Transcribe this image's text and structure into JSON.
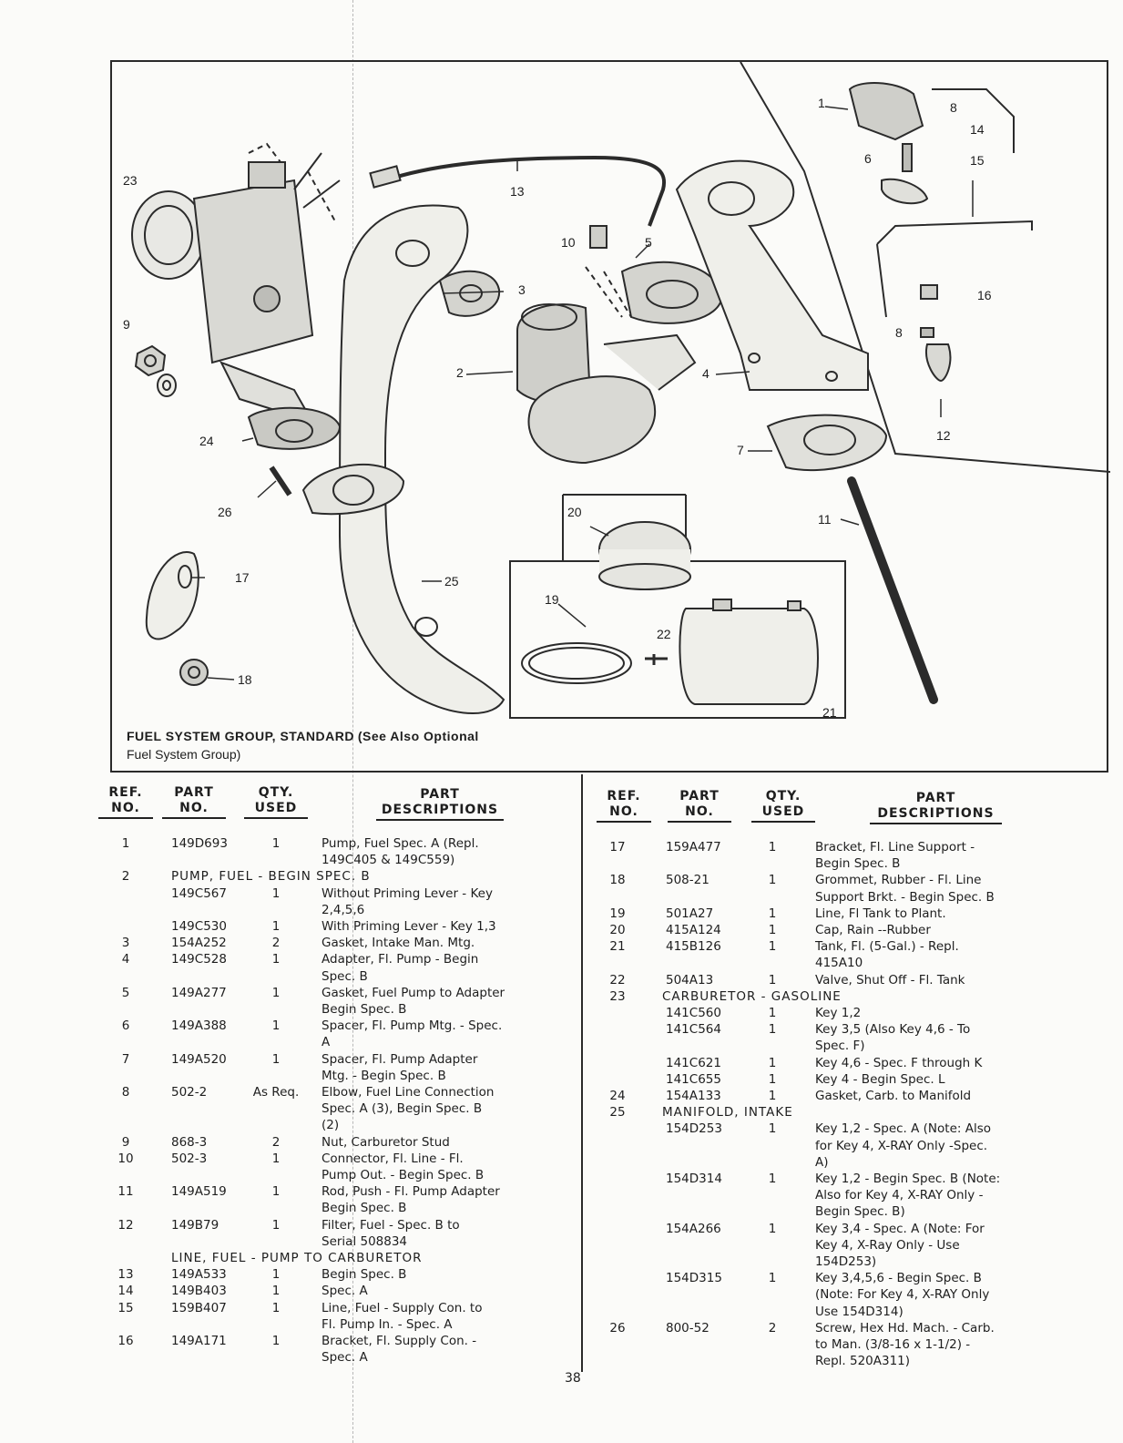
{
  "figure": {
    "callouts": [
      "1",
      "8",
      "14",
      "15",
      "6",
      "16",
      "8",
      "12",
      "13",
      "10",
      "5",
      "3",
      "23",
      "9",
      "2",
      "4",
      "7",
      "24",
      "26",
      "11",
      "20",
      "19",
      "22",
      "21",
      "17",
      "25",
      "18"
    ],
    "caption_bold": "FUEL SYSTEM GROUP, STANDARD",
    "caption_rest": "(See Also Optional",
    "caption_line2": "Fuel System Group)"
  },
  "table_headers": {
    "ref": [
      "REF.",
      "NO."
    ],
    "part": [
      "PART",
      "NO."
    ],
    "qty": [
      "QTY.",
      "USED"
    ],
    "desc": [
      "PART",
      "DESCRIPTIONS"
    ]
  },
  "left_rows": [
    {
      "ref": "1",
      "part": "149D693",
      "qty": "1",
      "desc": [
        "Pump, Fuel Spec. A (Repl.",
        "149C405 & 149C559)"
      ]
    },
    {
      "ref": "2",
      "heading": "PUMP, FUEL - BEGIN SPEC. B"
    },
    {
      "ref": "",
      "part": "149C567",
      "qty": "1",
      "desc": [
        "Without Priming Lever - Key",
        "2,4,5,6"
      ]
    },
    {
      "ref": "",
      "part": "149C530",
      "qty": "1",
      "desc": [
        "With Priming Lever - Key 1,3"
      ]
    },
    {
      "ref": "3",
      "part": "154A252",
      "qty": "2",
      "desc": [
        "Gasket, Intake Man. Mtg."
      ]
    },
    {
      "ref": "4",
      "part": "149C528",
      "qty": "1",
      "desc": [
        "Adapter, Fl. Pump - Begin",
        "Spec. B"
      ]
    },
    {
      "ref": "5",
      "part": "149A277",
      "qty": "1",
      "desc": [
        "Gasket, Fuel Pump to Adapter",
        "Begin Spec. B"
      ]
    },
    {
      "ref": "6",
      "part": "149A388",
      "qty": "1",
      "desc": [
        "Spacer, Fl. Pump Mtg. - Spec.",
        "A"
      ]
    },
    {
      "ref": "7",
      "part": "149A520",
      "qty": "1",
      "desc": [
        "Spacer, Fl. Pump Adapter",
        "Mtg. - Begin Spec. B"
      ]
    },
    {
      "ref": "8",
      "part": "502-2",
      "qty": "As Req.",
      "desc": [
        "Elbow, Fuel Line Connection",
        "Spec. A (3), Begin Spec. B",
        "(2)"
      ]
    },
    {
      "ref": "9",
      "part": "868-3",
      "qty": "2",
      "desc": [
        "Nut, Carburetor Stud"
      ]
    },
    {
      "ref": "10",
      "part": "502-3",
      "qty": "1",
      "desc": [
        "Connector, Fl. Line - Fl.",
        "Pump Out. - Begin Spec. B"
      ]
    },
    {
      "ref": "11",
      "part": "149A519",
      "qty": "1",
      "desc": [
        "Rod, Push - Fl. Pump Adapter",
        "Begin Spec. B"
      ]
    },
    {
      "ref": "12",
      "part": "149B79",
      "qty": "1",
      "desc": [
        "Filter, Fuel - Spec. B to",
        "Serial 508834"
      ]
    },
    {
      "ref": "",
      "heading": "LINE, FUEL - PUMP TO CARBURETOR"
    },
    {
      "ref": "13",
      "part": "149A533",
      "qty": "1",
      "desc": [
        "Begin Spec. B"
      ]
    },
    {
      "ref": "14",
      "part": "149B403",
      "qty": "1",
      "desc": [
        "Spec. A"
      ]
    },
    {
      "ref": "15",
      "part": "159B407",
      "qty": "1",
      "desc": [
        "Line, Fuel - Supply Con. to",
        "Fl. Pump In. - Spec. A"
      ]
    },
    {
      "ref": "16",
      "part": "149A171",
      "qty": "1",
      "desc": [
        "Bracket, Fl. Supply Con. -",
        "Spec. A"
      ]
    }
  ],
  "right_rows": [
    {
      "ref": "17",
      "part": "159A477",
      "qty": "1",
      "desc": [
        "Bracket, Fl. Line Support -",
        "Begin Spec. B"
      ]
    },
    {
      "ref": "18",
      "part": "508-21",
      "qty": "1",
      "desc": [
        "Grommet, Rubber - Fl. Line",
        "Support Brkt. - Begin Spec. B"
      ]
    },
    {
      "ref": "19",
      "part": "501A27",
      "qty": "1",
      "desc": [
        "Line, Fl Tank to Plant."
      ]
    },
    {
      "ref": "20",
      "part": "415A124",
      "qty": "1",
      "desc": [
        "Cap, Rain --Rubber"
      ]
    },
    {
      "ref": "21",
      "part": "415B126",
      "qty": "1",
      "desc": [
        "Tank, Fl. (5-Gal.) - Repl.",
        "415A10"
      ]
    },
    {
      "ref": "22",
      "part": "504A13",
      "qty": "1",
      "desc": [
        "Valve, Shut Off - Fl. Tank"
      ]
    },
    {
      "ref": "23",
      "heading": "CARBURETOR - GASOLINE"
    },
    {
      "ref": "",
      "part": "141C560",
      "qty": "1",
      "desc": [
        "Key 1,2"
      ]
    },
    {
      "ref": "",
      "part": "141C564",
      "qty": "1",
      "desc": [
        "Key 3,5 (Also Key 4,6 - To",
        "Spec. F)"
      ]
    },
    {
      "ref": "",
      "part": "141C621",
      "qty": "1",
      "desc": [
        "Key 4,6 - Spec. F through K"
      ]
    },
    {
      "ref": "",
      "part": "141C655",
      "qty": "1",
      "desc": [
        "Key 4 - Begin Spec. L"
      ]
    },
    {
      "ref": "24",
      "part": "154A133",
      "qty": "1",
      "desc": [
        "Gasket, Carb. to Manifold"
      ]
    },
    {
      "ref": "25",
      "heading": "MANIFOLD, INTAKE"
    },
    {
      "ref": "",
      "part": "154D253",
      "qty": "1",
      "desc": [
        "Key 1,2 - Spec. A (Note: Also",
        "for Key 4, X-RAY Only -Spec.",
        "A)"
      ]
    },
    {
      "ref": "",
      "part": "154D314",
      "qty": "1",
      "desc": [
        "Key 1,2 - Begin Spec. B (Note:",
        "Also for Key 4, X-RAY Only -",
        "Begin Spec. B)"
      ]
    },
    {
      "ref": "",
      "part": "154A266",
      "qty": "1",
      "desc": [
        "Key 3,4 - Spec. A (Note: For",
        "Key 4, X-Ray Only - Use",
        "154D253)"
      ]
    },
    {
      "ref": "",
      "part": "154D315",
      "qty": "1",
      "desc": [
        "Key 3,4,5,6 - Begin Spec. B",
        "(Note: For Key 4, X-RAY Only",
        "Use 154D314)"
      ]
    },
    {
      "ref": "26",
      "part": "800-52",
      "qty": "2",
      "desc": [
        "Screw, Hex Hd. Mach. - Carb.",
        "to Man. (3/8-16 x 1-1/2) -",
        "Repl. 520A311)"
      ]
    }
  ],
  "page_number": "38"
}
